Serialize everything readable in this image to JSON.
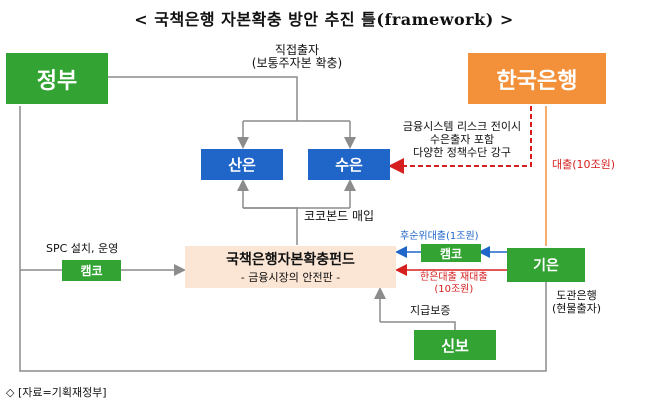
{
  "title": "< 국책은행 자본확충 방안 추진 틀(framework) >",
  "nodes": {
    "government": "정부",
    "bok": "한국은행",
    "kdb": "산은",
    "kexim": "수은",
    "fund_title": "국책은행자본확충펀드",
    "fund_subtitle": "- 금융시장의 안전판 -",
    "kamco_left": "캠코",
    "kamco_right": "캠코",
    "ibk": "기은",
    "kodit": "신보"
  },
  "labels": {
    "direct_investment": "직접출자",
    "direct_investment_detail": "(보통주자본 확충)",
    "bok_support_1": "금융시스템 리스크 전이시",
    "bok_support_2": "수은출자 포함",
    "bok_support_3": "다양한 정책수단 강구",
    "loan": "대출(10조원)",
    "coco": "코코본드 매입",
    "spc": "SPC 설치, 운영",
    "subordinated_loan": "후순위대출(1조원)",
    "relending_1": "한은대출 재대출",
    "relending_2": "(10조원)",
    "guarantee": "지급보증",
    "in_kind_1": "도관은행",
    "in_kind_2": "(현물출자)"
  },
  "source": "◇ [자료=기획재정부]",
  "colors": {
    "green": "#33a333",
    "blue": "#1f66c8",
    "orange": "#f3903a",
    "fund_bg": "#fbe6d6",
    "red": "#d62020",
    "line": "#8c8c8c"
  }
}
